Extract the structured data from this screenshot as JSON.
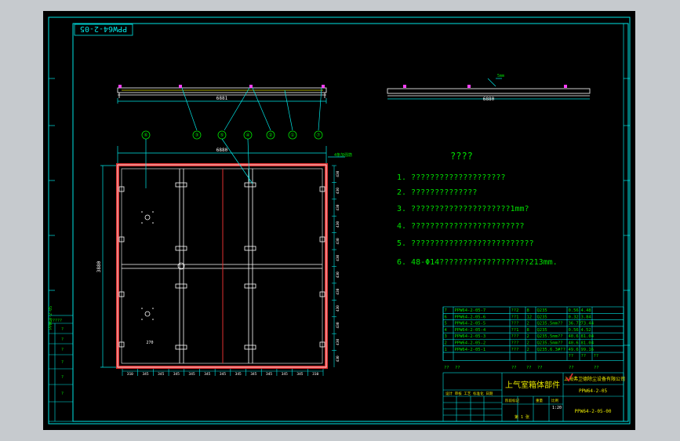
{
  "drawing": {
    "code_stamp": "PPW64-2-05",
    "title_cn": "上气室箱体部件",
    "company": "上海弗卫德除尘设备有限公司",
    "drawing_number": "PPW64-2-05-00",
    "assembly_code": "PPW64-2-05",
    "part_code": "PPW64-2-05",
    "left_code": "PPW64-2-05",
    "signoff_row": "?????"
  },
  "dimensions": {
    "top_length": "6881",
    "right_length": "6880",
    "plan_width": "6880",
    "plan_height": "3880",
    "dim_270": "270",
    "seg_310": "310",
    "seg_345": "345",
    "callout_tag": "4条加强筋",
    "side_tag": "5mm",
    "right_segments": [
      "430",
      "430",
      "430",
      "430",
      "430",
      "430",
      "430",
      "430",
      "430",
      "430",
      "430",
      "430"
    ],
    "bottom_segments": [
      "310",
      "345",
      "345",
      "345",
      "345",
      "345",
      "345",
      "345",
      "345",
      "345",
      "345",
      "345",
      "310"
    ]
  },
  "balloons": [
    "⑥",
    "⑤",
    "④",
    "③",
    "②",
    "①",
    "⑦"
  ],
  "notes": {
    "title": "????",
    "items": [
      "1. ????????????????????",
      "2. ??????????????",
      "3. ?????????????????????1mm?",
      "4. ????????????????????????",
      "5. ??????????????????????????",
      "6. 48-Φ14???????????????????213mm."
    ]
  },
  "bom": {
    "rows": [
      {
        "no": "7",
        "code": "PPW64-2-05-7",
        "name": "??2",
        "qty": "8",
        "mat": "Q235",
        "w1": "0.56",
        "w2": "4.48"
      },
      {
        "no": "6",
        "code": "PPW64-2-05-6",
        "name": "??1",
        "qty": "12",
        "mat": "Q235",
        "w1": "0.32",
        "w2": "3.84"
      },
      {
        "no": "5",
        "code": "PPW64-2-05-5",
        "name": "???",
        "qty": "2",
        "mat": "Q235.5mm??",
        "w1": "36.72",
        "w2": "73.44"
      },
      {
        "no": "4",
        "code": "PPW64-2-05-4",
        "name": "??1",
        "qty": "8",
        "mat": "Q235",
        "w1": "0.56",
        "w2": "4.52"
      },
      {
        "no": "3",
        "code": "PPW64-2-05-3",
        "name": "???",
        "qty": "2",
        "mat": "Q235.5mm??",
        "w1": "40.6",
        "w2": "81.04"
      },
      {
        "no": "2",
        "code": "PPW64-2-05-2",
        "name": "???",
        "qty": "2",
        "mat": "Q235.5mm??",
        "w1": "40.6",
        "w2": "81.04"
      },
      {
        "no": "1",
        "code": "PPW64-2-05-1",
        "name": "???",
        "qty": "2",
        "mat": "Q235.6.3#??",
        "w1": "49.6",
        "w2": "99.16"
      }
    ],
    "totals": {
      "w1": "??",
      "w2": "??",
      "w3": "??"
    },
    "header": {
      "no": "??",
      "code": "??",
      "name": "??",
      "qty": "??",
      "mat": "??",
      "w": "??",
      "note": "??"
    }
  },
  "title_block": {
    "design_row": "设计 审核 工艺 标准化 日期",
    "mini_labels": [
      "阶段标记",
      "重量",
      "比例"
    ],
    "scale": "1:20",
    "sheet": "第 1 张"
  },
  "left_table": [
    "?????",
    "?",
    "?",
    "?",
    "?",
    "?",
    "?"
  ],
  "colors": {
    "line": "#00e5e5",
    "text": "#00e000",
    "white": "#ffffff",
    "red": "#e03030",
    "yellow": "#e8e800",
    "magenta": "#ff40ff"
  }
}
